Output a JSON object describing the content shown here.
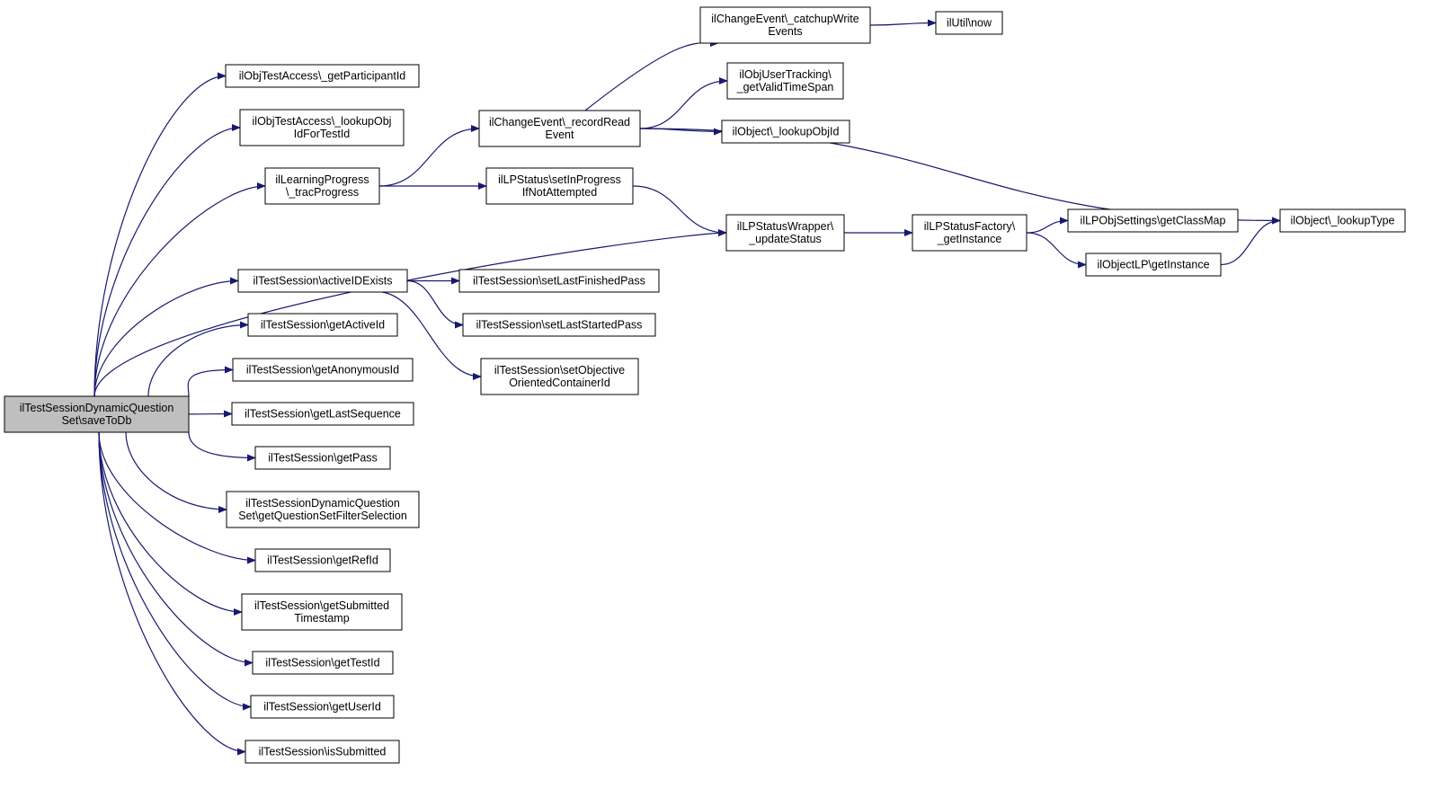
{
  "diagram": {
    "colors": {
      "edge": "#191970",
      "node_border": "#000000",
      "node_fill": "#ffffff",
      "root_fill": "#bfbfbf"
    },
    "nodes": [
      {
        "id": "root",
        "lines": [
          "ilTestSessionDynamicQuestion",
          "Set\\saveToDb"
        ],
        "root": true
      },
      {
        "id": "getParticipantId",
        "lines": [
          "ilObjTestAccess\\_getParticipantId"
        ]
      },
      {
        "id": "lookupObjIdForTestId",
        "lines": [
          "ilObjTestAccess\\_lookupObj",
          "IdForTestId"
        ]
      },
      {
        "id": "tracProgress",
        "lines": [
          "ilLearningProgress",
          "\\_tracProgress"
        ]
      },
      {
        "id": "activeIDExists",
        "lines": [
          "ilTestSession\\activeIDExists"
        ]
      },
      {
        "id": "getActiveId",
        "lines": [
          "ilTestSession\\getActiveId"
        ]
      },
      {
        "id": "getAnonymousId",
        "lines": [
          "ilTestSession\\getAnonymousId"
        ]
      },
      {
        "id": "getLastSequence",
        "lines": [
          "ilTestSession\\getLastSequence"
        ]
      },
      {
        "id": "getPass",
        "lines": [
          "ilTestSession\\getPass"
        ]
      },
      {
        "id": "getQuestionSetFilterSelection",
        "lines": [
          "ilTestSessionDynamicQuestion",
          "Set\\getQuestionSetFilterSelection"
        ]
      },
      {
        "id": "getRefId",
        "lines": [
          "ilTestSession\\getRefId"
        ]
      },
      {
        "id": "getSubmittedTimestamp",
        "lines": [
          "ilTestSession\\getSubmitted",
          "Timestamp"
        ]
      },
      {
        "id": "getTestId",
        "lines": [
          "ilTestSession\\getTestId"
        ]
      },
      {
        "id": "getUserId",
        "lines": [
          "ilTestSession\\getUserId"
        ]
      },
      {
        "id": "isSubmitted",
        "lines": [
          "ilTestSession\\isSubmitted"
        ]
      },
      {
        "id": "recordReadEvent",
        "lines": [
          "ilChangeEvent\\_recordRead",
          "Event"
        ]
      },
      {
        "id": "setInProgressIfNotAttempted",
        "lines": [
          "ilLPStatus\\setInProgress",
          "IfNotAttempted"
        ]
      },
      {
        "id": "setLastFinishedPass",
        "lines": [
          "ilTestSession\\setLastFinishedPass"
        ]
      },
      {
        "id": "setLastStartedPass",
        "lines": [
          "ilTestSession\\setLastStartedPass"
        ]
      },
      {
        "id": "setObjectiveOrientedContainerId",
        "lines": [
          "ilTestSession\\setObjective",
          "OrientedContainerId"
        ]
      },
      {
        "id": "catchupWriteEvents",
        "lines": [
          "ilChangeEvent\\_catchupWrite",
          "Events"
        ]
      },
      {
        "id": "getValidTimeSpan",
        "lines": [
          "ilObjUserTracking\\",
          "_getValidTimeSpan"
        ]
      },
      {
        "id": "lookupObjId",
        "lines": [
          "ilObject\\_lookupObjId"
        ]
      },
      {
        "id": "updateStatus",
        "lines": [
          "ilLPStatusWrapper\\",
          "_updateStatus"
        ]
      },
      {
        "id": "now",
        "lines": [
          "ilUtil\\now"
        ]
      },
      {
        "id": "getInstanceFactory",
        "lines": [
          "ilLPStatusFactory\\",
          "_getInstance"
        ]
      },
      {
        "id": "getClassMap",
        "lines": [
          "ilLPObjSettings\\getClassMap"
        ]
      },
      {
        "id": "getInstanceObjectLP",
        "lines": [
          "ilObjectLP\\getInstance"
        ]
      },
      {
        "id": "lookupType",
        "lines": [
          "ilObject\\_lookupType"
        ]
      }
    ],
    "edges": [
      [
        "root",
        "getParticipantId"
      ],
      [
        "root",
        "lookupObjIdForTestId"
      ],
      [
        "root",
        "tracProgress"
      ],
      [
        "root",
        "updateStatus"
      ],
      [
        "root",
        "activeIDExists"
      ],
      [
        "root",
        "getActiveId"
      ],
      [
        "root",
        "getAnonymousId"
      ],
      [
        "root",
        "getLastSequence"
      ],
      [
        "root",
        "getPass"
      ],
      [
        "root",
        "getQuestionSetFilterSelection"
      ],
      [
        "root",
        "getRefId"
      ],
      [
        "root",
        "getSubmittedTimestamp"
      ],
      [
        "root",
        "getTestId"
      ],
      [
        "root",
        "getUserId"
      ],
      [
        "root",
        "isSubmitted"
      ],
      [
        "tracProgress",
        "recordReadEvent"
      ],
      [
        "tracProgress",
        "setInProgressIfNotAttempted"
      ],
      [
        "recordReadEvent",
        "catchupWriteEvents"
      ],
      [
        "recordReadEvent",
        "getValidTimeSpan"
      ],
      [
        "recordReadEvent",
        "lookupObjId"
      ],
      [
        "recordReadEvent",
        "lookupType"
      ],
      [
        "catchupWriteEvents",
        "now"
      ],
      [
        "setInProgressIfNotAttempted",
        "updateStatus"
      ],
      [
        "updateStatus",
        "getInstanceFactory"
      ],
      [
        "getInstanceFactory",
        "getClassMap"
      ],
      [
        "getInstanceFactory",
        "getInstanceObjectLP"
      ],
      [
        "getInstanceObjectLP",
        "lookupType"
      ],
      [
        "activeIDExists",
        "setLastFinishedPass"
      ],
      [
        "activeIDExists",
        "setLastStartedPass"
      ],
      [
        "activeIDExists",
        "setObjectiveOrientedContainerId"
      ]
    ]
  }
}
